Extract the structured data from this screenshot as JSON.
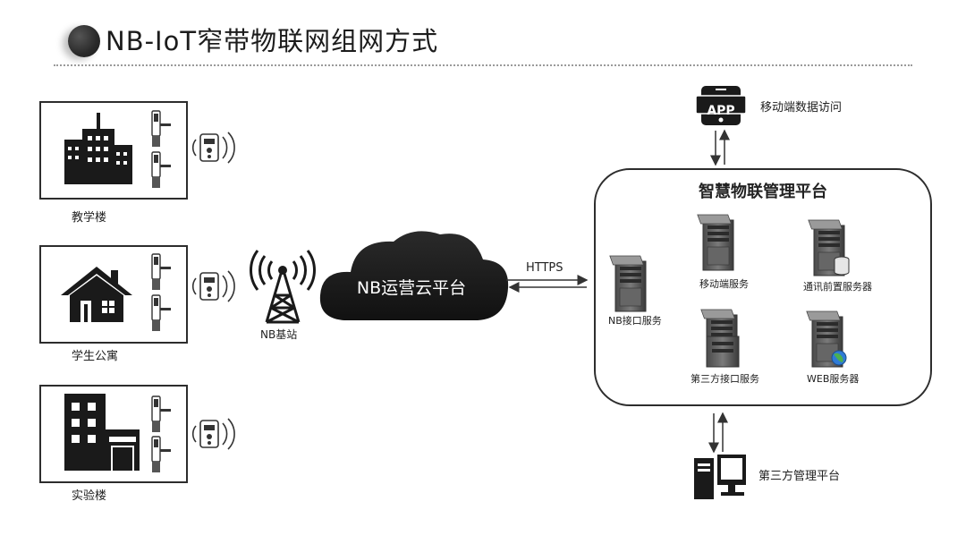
{
  "title": "NB-IoT窄带物联网组网方式",
  "buildings": [
    {
      "label": "教学楼",
      "icon": "office-building-icon"
    },
    {
      "label": "学生公寓",
      "icon": "house-icon"
    },
    {
      "label": "实验楼",
      "icon": "factory-building-icon"
    }
  ],
  "base_station": {
    "label": "NB基站",
    "icon": "cell-tower-icon"
  },
  "cloud": {
    "label": "NB运营云平台",
    "icon": "cloud-icon"
  },
  "link": {
    "label": "HTTPS"
  },
  "mobile": {
    "label": "移动端数据访问",
    "app_text": "APP",
    "icon": "smartphone-icon"
  },
  "platform": {
    "title": "智慧物联管理平台",
    "servers": [
      {
        "label": "NB接口服务"
      },
      {
        "label": "移动端服务"
      },
      {
        "label": "通讯前置服务器"
      },
      {
        "label": "第三方接口服务"
      },
      {
        "label": "WEB服务器"
      }
    ]
  },
  "third_party": {
    "label": "第三方管理平台",
    "icon": "desktop-computer-icon"
  },
  "colors": {
    "dark": "#222222",
    "box_border": "#2d2d2d",
    "server_body": "#5a5a5a",
    "divider": "#9a9a9a"
  }
}
